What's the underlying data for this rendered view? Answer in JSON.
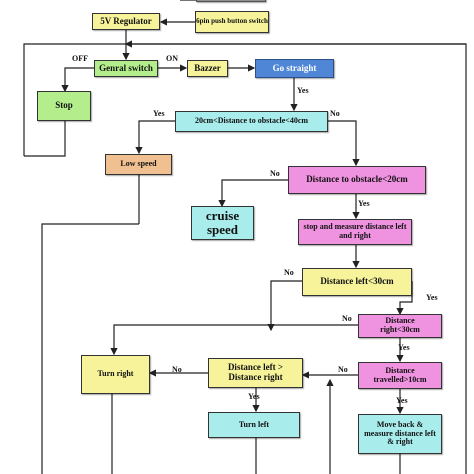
{
  "colors": {
    "yellow": "#f7f39a",
    "green": "#b4ee8c",
    "orange": "#f0c090",
    "blue": "#4f86d6",
    "pink": "#ef92e0",
    "cyan": "#a8ecec",
    "top_dark": "#909090"
  },
  "nodes": {
    "pushbutton": "6pin push button switch",
    "regulator": "5V Regulator",
    "general_switch": "Genral switch",
    "bazzer": "Bazzer",
    "go_straight": "Go straight",
    "stop": "Stop",
    "range_check": "20cm<Distance to obstacle<40cm",
    "low_speed": "Low speed",
    "obstacle_check": "Distance to obstacle<20cm",
    "cruise": "cruise speed",
    "stop_measure": "stop and measure distance left and right",
    "left_check": "Distance left<30cm",
    "right_check": "Distance right<30cm",
    "left_right_compare": "Distance left > Distance right",
    "turn_right": "Turn right",
    "travelled_check": "Distance travelled>10cm",
    "turn_left": "Turn left",
    "move_back": "Move back & measure distance left & right"
  },
  "labels": {
    "off": "OFF",
    "on": "ON",
    "yes": "Yes",
    "no": "No"
  }
}
